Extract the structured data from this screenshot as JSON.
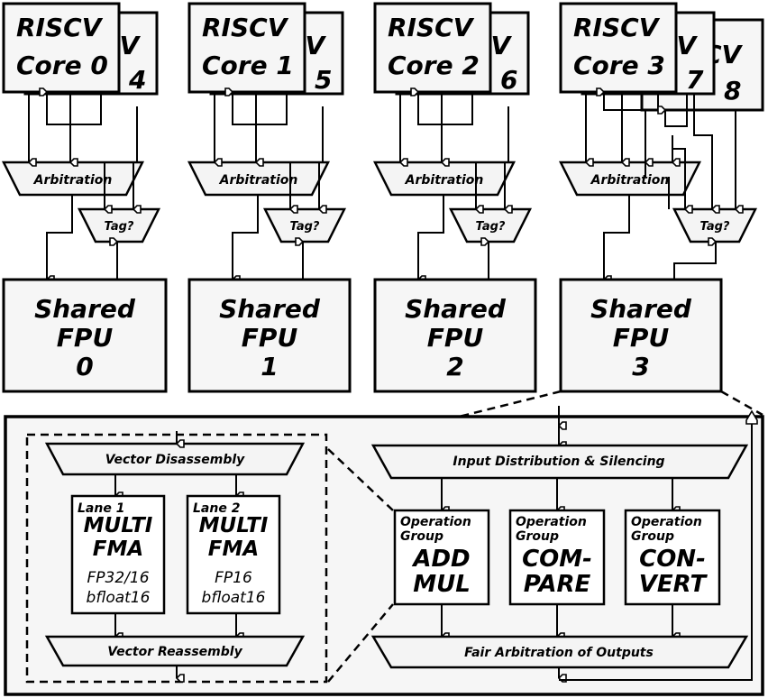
{
  "cores": [
    {
      "name": "RISCV",
      "label": "Core 0",
      "back": "CV",
      "back_num": "4"
    },
    {
      "name": "RISCV",
      "label": "Core 1",
      "back": "CV",
      "back_num": "5"
    },
    {
      "name": "RISCV",
      "label": "Core 2",
      "back": "CV",
      "back_num": "6"
    },
    {
      "name": "RISCV",
      "label": "Core 3",
      "back": "CV",
      "back_num": "7",
      "back2": "CV",
      "back2_num": "8"
    }
  ],
  "arbitration_label": "Arbitration",
  "tag_label": "Tag?",
  "fpus": [
    {
      "l1": "Shared",
      "l2": "FPU",
      "l3": "0"
    },
    {
      "l1": "Shared",
      "l2": "FPU",
      "l3": "1"
    },
    {
      "l1": "Shared",
      "l2": "FPU",
      "l3": "2"
    },
    {
      "l1": "Shared",
      "l2": "FPU",
      "l3": "3"
    }
  ],
  "detail": {
    "vector_disassembly": "Vector Disassembly",
    "vector_reassembly": "Vector Reassembly",
    "lanes": [
      {
        "title": "Lane 1",
        "l1": "MULTI",
        "l2": "FMA",
        "f1": "FP32/16",
        "f2": "bfloat16"
      },
      {
        "title": "Lane 2",
        "l1": "MULTI",
        "l2": "FMA",
        "f1": "FP16",
        "f2": "bfloat16"
      }
    ],
    "input_distribution": "Input Distribution & Silencing",
    "fair_arbitration": "Fair Arbitration of Outputs",
    "op_groups": [
      {
        "t1": "Operation",
        "t2": "Group",
        "n1": "ADD",
        "n2": "MUL"
      },
      {
        "t1": "Operation",
        "t2": "Group",
        "n1": "COM-",
        "n2": "PARE"
      },
      {
        "t1": "Operation",
        "t2": "Group",
        "n1": "CON-",
        "n2": "VERT"
      }
    ]
  }
}
